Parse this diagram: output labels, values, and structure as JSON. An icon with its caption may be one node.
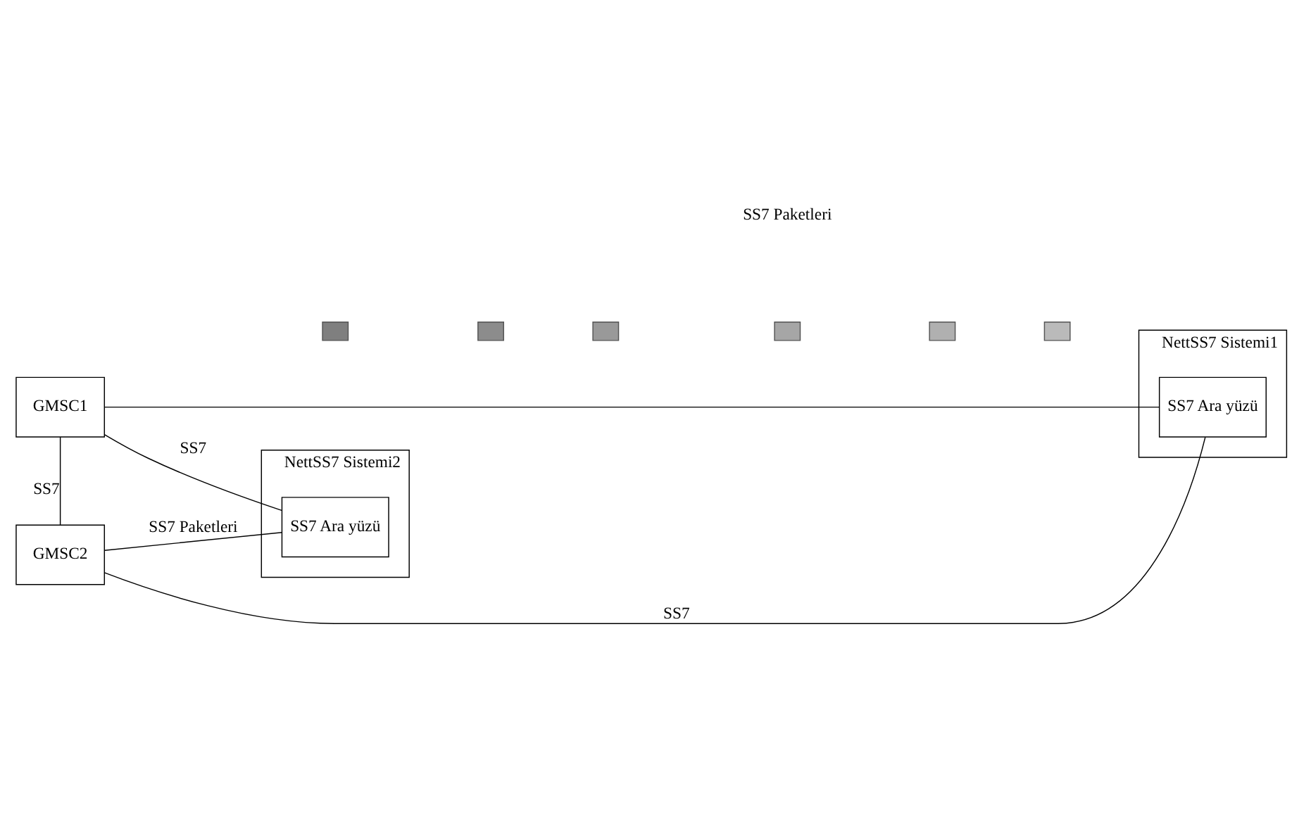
{
  "diagram": {
    "nodes": [
      {
        "text": [
          "GMSC1"
        ]
      },
      {
        "text": [
          "GMSC2"
        ]
      },
      {
        "text": [
          "NettSS7 Sistemi1"
        ]
      },
      {
        "text": [
          "SS7 Ara yüzü"
        ],
        "in": 2
      },
      {
        "text": [
          "NettSS7 Sistemi2"
        ]
      },
      {
        "text": [
          "SS7 Ara yüzü"
        ],
        "in": 4
      },
      {
        "text": [],
        "shape": "box"
      },
      {
        "text": [],
        "shape": "box"
      },
      {
        "text": [],
        "shape": "box"
      },
      {
        "text": [],
        "shape": "box"
      },
      {
        "text": [],
        "shape": "box"
      },
      {
        "text": [],
        "shape": "box"
      }
    ],
    "edges": [
      {
        "from": 0,
        "to": 3,
        "arrow": "none"
      },
      {
        "from": 0,
        "to": 5,
        "arrow": "none",
        "label": "SS7"
      },
      {
        "from": 0,
        "to": 1,
        "arrow": "none",
        "label": "SS7"
      },
      {
        "from": 1,
        "to": 3,
        "arrow": "none",
        "label": "SS7"
      },
      {
        "from": 1,
        "to": 5,
        "arrow": "none",
        "label": "SS7 Paketleri"
      }
    ],
    "labels": [
      "SS7 Paketleri"
    ]
  }
}
